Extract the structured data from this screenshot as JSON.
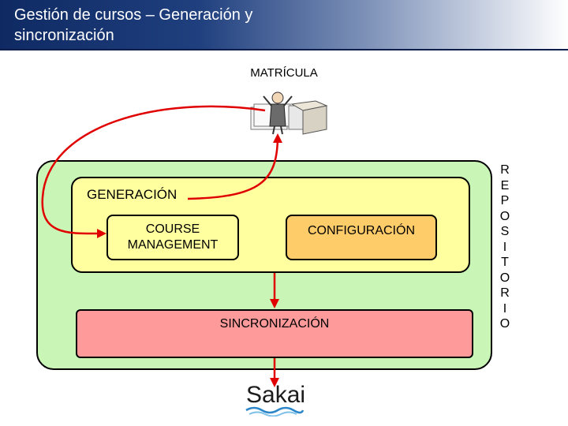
{
  "header": {
    "title": "Gestión de cursos – Generación y sincronización"
  },
  "diagram": {
    "matricula": "MATRÍCULA",
    "generacion": "GENERACIÓN",
    "course_management": "COURSE MANAGEMENT",
    "configuracion": "CONFIGURACIÓN",
    "sincronizacion": "SINCRONIZACIÓN",
    "repositorio_letters": [
      "R",
      "E",
      "P",
      "O",
      "S",
      "I",
      "T",
      "O",
      "R",
      "I",
      "O"
    ],
    "sakai_logo": "Sakai"
  },
  "colors": {
    "outer_box": "#c9f5b6",
    "generacion_box": "#ffff9f",
    "configuracion_box": "#ffcc6a",
    "sincronizacion_box": "#ff9a9a",
    "arrow": "#e00000"
  }
}
